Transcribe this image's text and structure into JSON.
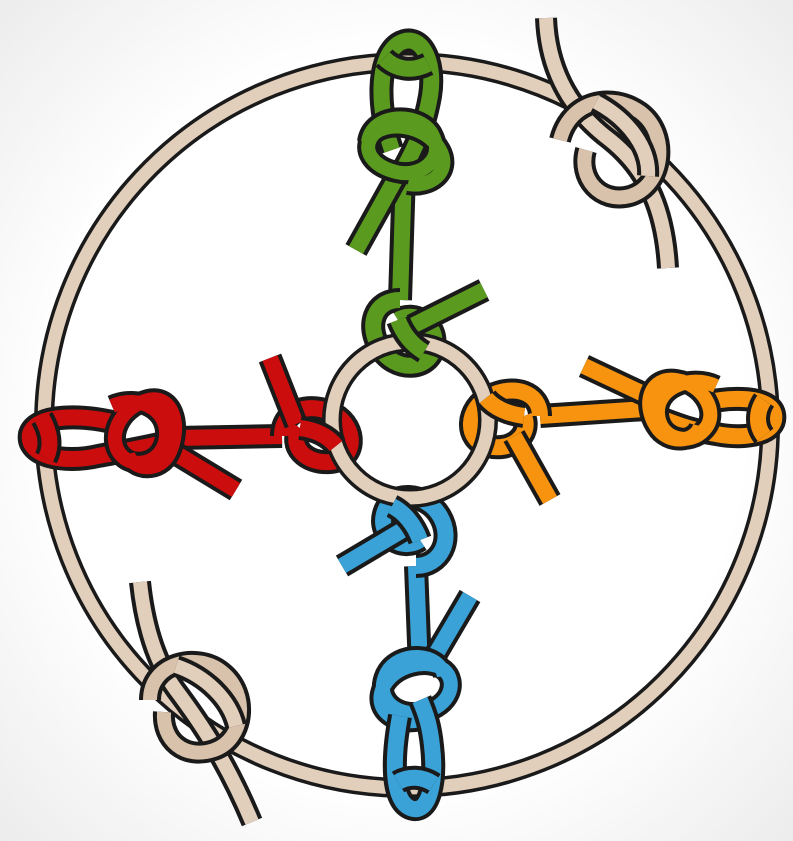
{
  "diagram": {
    "subject": "rope-knot-wheel",
    "colors": {
      "outline": "#1a1a1a",
      "rope_tan": "#e2cfbb",
      "green": "#5a9b1f",
      "red": "#cc0d0d",
      "orange": "#f7930e",
      "blue": "#3aa2d6"
    },
    "ropes": [
      {
        "id": "outer-ring",
        "color": "rope_tan"
      },
      {
        "id": "inner-ring",
        "color": "rope_tan"
      },
      {
        "id": "spoke-top",
        "color": "green"
      },
      {
        "id": "spoke-left",
        "color": "red"
      },
      {
        "id": "spoke-right",
        "color": "orange"
      },
      {
        "id": "spoke-bottom",
        "color": "blue"
      },
      {
        "id": "ring-knot-top-right",
        "color": "rope_tan"
      },
      {
        "id": "ring-knot-bottom-left",
        "color": "rope_tan"
      }
    ]
  }
}
